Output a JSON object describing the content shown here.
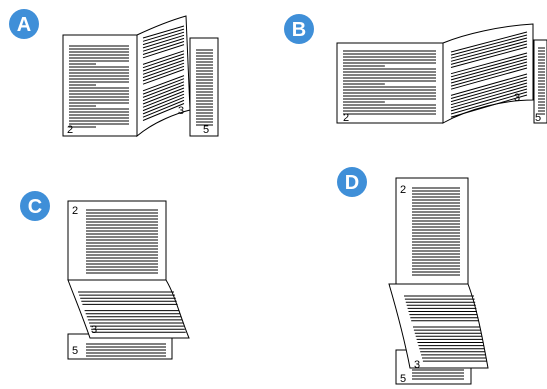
{
  "colors": {
    "badge": "#3f8fd8",
    "page_stroke": "#000000",
    "page_fill": "#ffffff"
  },
  "options": [
    {
      "letter": "A",
      "icon": "open-book-portrait-icon",
      "page_left": "2",
      "page_mid": "3",
      "page_right": "5"
    },
    {
      "letter": "B",
      "icon": "open-book-landscape-icon",
      "page_left": "2",
      "page_mid": "3",
      "page_right": "5"
    },
    {
      "letter": "C",
      "icon": "tablet-portrait-flip-icon",
      "page_top": "2",
      "page_mid": "3",
      "page_bottom": "5"
    },
    {
      "letter": "D",
      "icon": "tablet-tall-flip-icon",
      "page_top": "2",
      "page_mid": "3",
      "page_bottom": "5"
    }
  ]
}
